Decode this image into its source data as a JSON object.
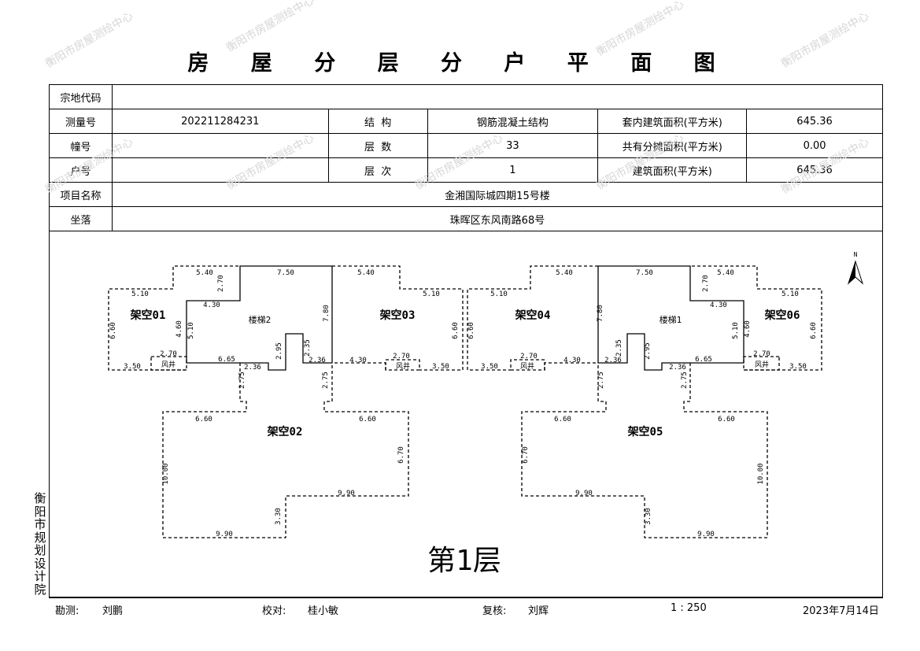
{
  "title": "房 屋 分 层 分 户 平 面 图",
  "watermark": "衡阳市房屋测绘中心",
  "info": {
    "zongdi_label": "宗地代码",
    "zongdi_value": "",
    "survey_label": "测量号",
    "survey_value": "202211284231",
    "structure_label": "结  构",
    "structure_value": "钢筋混凝土结构",
    "inner_area_label": "套内建筑面积(平方米)",
    "inner_area_value": "645.36",
    "building_label": "幢号",
    "building_value": "",
    "floors_label": "层  数",
    "floors_value": "33",
    "shared_area_label": "共有分摊面积(平方米)",
    "shared_area_value": "0.00",
    "unit_label": "户号",
    "unit_value": "",
    "floor_label": "层  次",
    "floor_value": "1",
    "total_area_label": "建筑面积(平方米)",
    "total_area_value": "645.36",
    "project_label": "项目名称",
    "project_value": "金湘国际城四期15号楼",
    "location_label": "坐落",
    "location_value": "珠晖区东风南路68号"
  },
  "side_org": "衡阳市规划设计院",
  "plan": {
    "rooms": [
      "架空01",
      "楼梯2",
      "架空03",
      "架空02",
      "架空04",
      "楼梯1",
      "架空06",
      "架空05"
    ],
    "shaft": "风井",
    "north": "N",
    "floor_label": "第1层",
    "left_dims": [
      "5.40",
      "7.50",
      "5.40",
      "5.10",
      "5.10",
      "2.70",
      "4.30",
      "7.80",
      "4.60",
      "5.10",
      "2.70",
      "6.65",
      "2.36",
      "2.95",
      "2.35",
      "2.36",
      "4.30",
      "2.70",
      "3.50",
      "3.50",
      "6.60",
      "6.60",
      "2.75",
      "2.75",
      "6.60",
      "6.60",
      "6.70",
      "10.00",
      "9.90",
      "3.30",
      "9.90"
    ],
    "right_dims": [
      "5.40",
      "7.50",
      "5.40",
      "5.10",
      "5.10",
      "2.70",
      "4.30",
      "7.80",
      "4.60",
      "5.10",
      "2.70",
      "6.65",
      "2.36",
      "2.95",
      "2.35",
      "2.36",
      "4.30",
      "2.70",
      "3.50",
      "3.50",
      "6.60",
      "6.60",
      "2.75",
      "2.75",
      "6.60",
      "6.60",
      "6.70",
      "10.00",
      "9.90",
      "3.30",
      "9.90"
    ]
  },
  "footer": {
    "surveyor_label": "勘测:",
    "surveyor": "刘鹏",
    "checker_label": "校对:",
    "checker": "桂小敏",
    "reviewer_label": "复核:",
    "reviewer": "刘辉",
    "scale": "1 : 250",
    "date": "2023年7月14日"
  }
}
